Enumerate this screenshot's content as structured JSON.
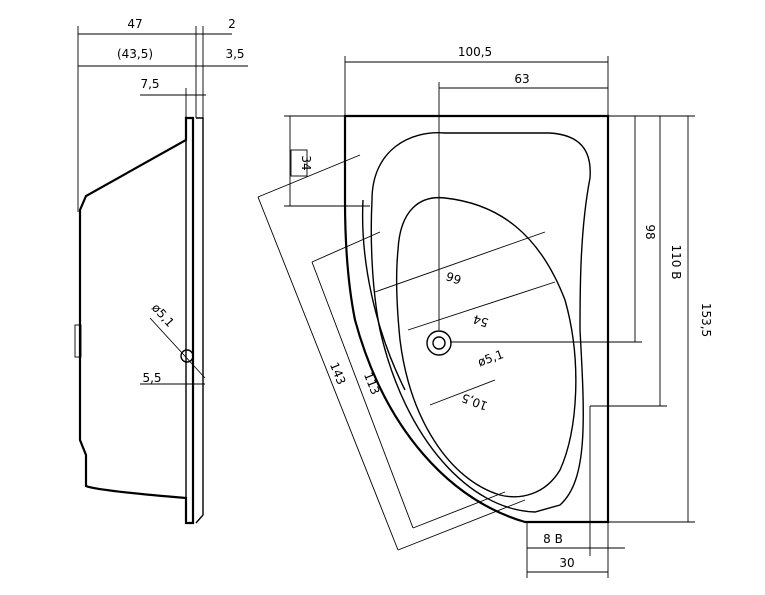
{
  "side_view": {
    "labels": {
      "width_total": "47",
      "width_inner": "(43,5)",
      "rim_top": "2",
      "rim_side": "3,5",
      "flange": "7,5",
      "drain_diameter": "ø5,1",
      "drain_offset": "5,5"
    }
  },
  "top_view": {
    "labels": {
      "top_width": "100,5",
      "drain_from_right": "63",
      "corner_depth": "34",
      "inner_length": "66",
      "inner_width": "54",
      "drain_diameter": "ø5,1",
      "drain_offset": "10,5",
      "diag_outer": "143",
      "diag_inner": "113",
      "right_98": "98",
      "right_110": "110 B",
      "height_total": "153,5",
      "bottom_8": "8 B",
      "bottom_30": "30"
    }
  }
}
